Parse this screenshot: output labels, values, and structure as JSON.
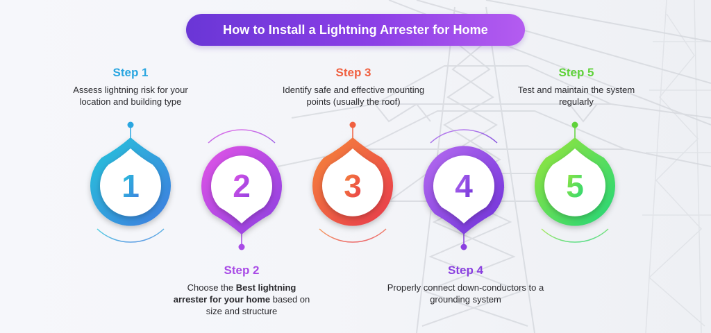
{
  "title": "How to Install a Lightning Arrester for Home",
  "steps": [
    {
      "label": "Step 1",
      "number": "1",
      "desc": "Assess lightning risk for your location and building type",
      "color": "#2aa6e0",
      "gradient": [
        "#26c6da",
        "#3f7be0"
      ]
    },
    {
      "label": "Step 2",
      "number": "2",
      "desc_before": "Choose the ",
      "desc_bold": "Best lightning arrester for your home",
      "desc_after": " based on size and structure",
      "color": "#a84be6",
      "gradient": [
        "#e255e6",
        "#8a3fe0"
      ]
    },
    {
      "label": "Step 3",
      "number": "3",
      "desc": "Identify safe and effective mounting points (usually the roof)",
      "color": "#f06040",
      "gradient": [
        "#f5883a",
        "#e8384c"
      ]
    },
    {
      "label": "Step 4",
      "number": "4",
      "desc": "Properly connect down-conductors to a grounding system",
      "color": "#8a3fe0",
      "gradient": [
        "#b66cf0",
        "#6d2fd8"
      ]
    },
    {
      "label": "Step 5",
      "number": "5",
      "desc": "Test and maintain the system regularly",
      "color": "#5fd23a",
      "gradient": [
        "#9be53a",
        "#22d67a"
      ]
    }
  ]
}
